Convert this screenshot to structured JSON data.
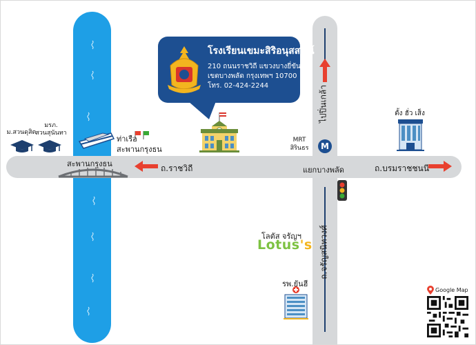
{
  "colors": {
    "river": "#1e9fe6",
    "road": "#d6d8da",
    "arrow": "#e8402f",
    "callout": "#1d4f91",
    "building_green": "#6b8e3a"
  },
  "school": {
    "name": "โรงเรียนเขมะสิริอนุสสรณ์",
    "address_line1": "210 ถนนราชวิถี แขวงบางยี่ขัน",
    "address_line2": "เขตบางพลัด กรุงเทพฯ 10700",
    "phone": "โทร. 02-424-2244",
    "logo": "school-emblem-icon"
  },
  "roads": {
    "ratchawithi": "ถ.ราชวิถี",
    "borommaratchachonnani": "ถ.บรมราชชนนี",
    "charansanitwong": "ถ.จรัญสนิทวงศ์",
    "to_pinklao": "ไปปิ่นเกล้า",
    "intersection": "แยกบางพลัด",
    "bridge": "สะพานกรุงธน"
  },
  "landmarks": {
    "pier_line1": "ท่าเรือ",
    "pier_line2": "สะพานกรุงธน",
    "mrt_line1": "MRT",
    "mrt_line2": "สิรินธร",
    "mrt_logo": "M",
    "shop": "ตั้ง ฮั่ว เส็ง",
    "lotus_prefix": "โลตัส จรัญฯ",
    "lotus_brand_main": "Lotus",
    "lotus_brand_suffix": "'s",
    "hospital": "รพ.ยันฮี",
    "school1_line1": "ม.สวนดุสิต",
    "school2_line1": "มรภ.",
    "school2_line2": "สวนสุนันทา",
    "google_map": "Google Map"
  }
}
